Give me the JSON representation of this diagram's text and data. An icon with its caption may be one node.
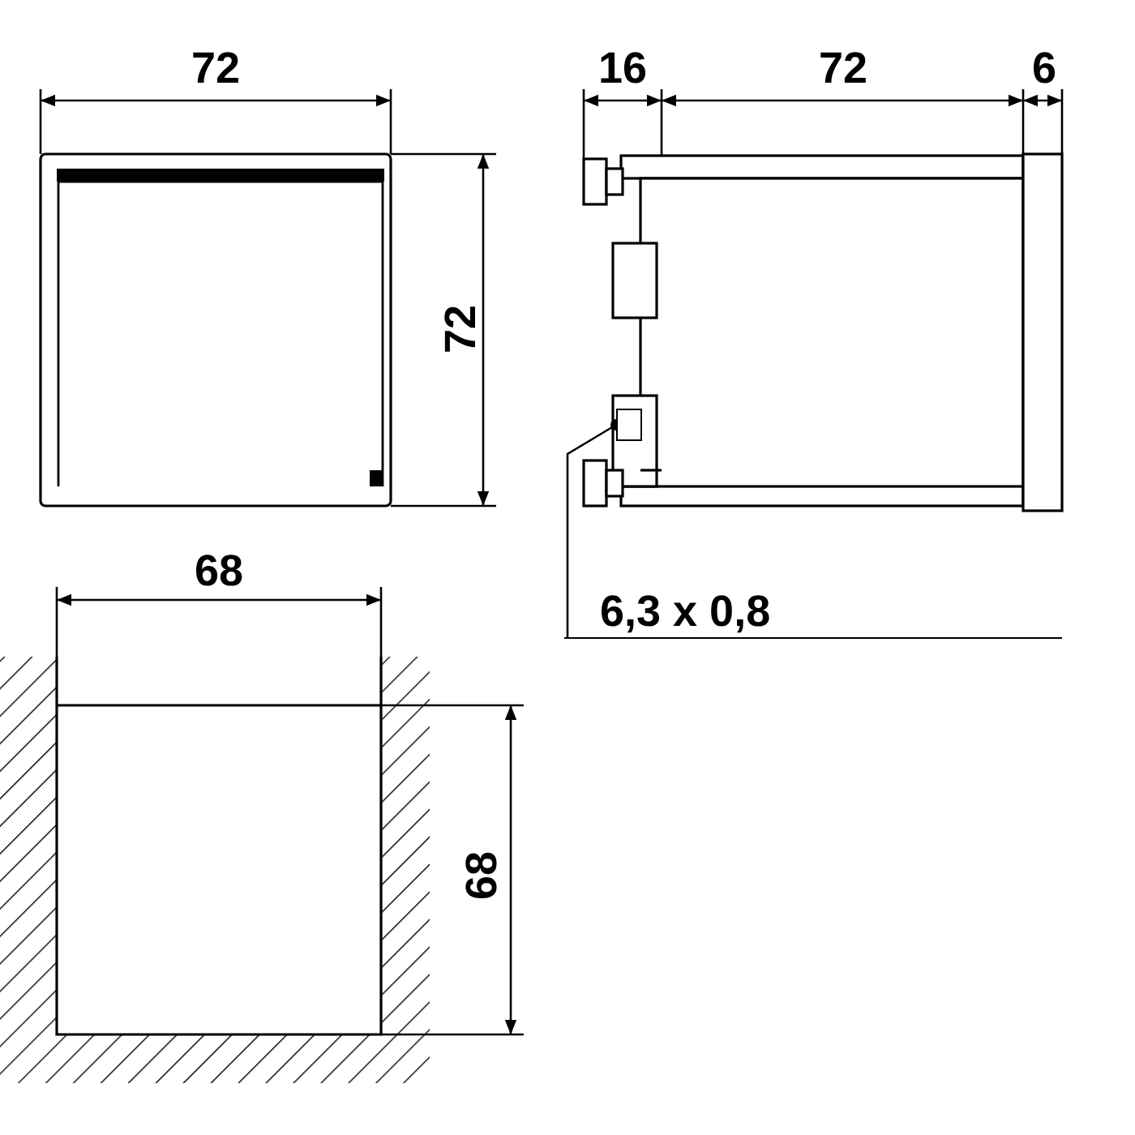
{
  "diagram": {
    "nodes": [
      {
        "text": [
          "6,3 x 0,8"
        ]
      },
      {
        "text": [],
        "shape": "box"
      }
    ],
    "edges": [
      {
        "from": 0,
        "to": 1,
        "arrow": "other"
      }
    ],
    "labels": [
      "72",
      "16",
      "72",
      "6",
      "72",
      "68",
      "68"
    ]
  }
}
